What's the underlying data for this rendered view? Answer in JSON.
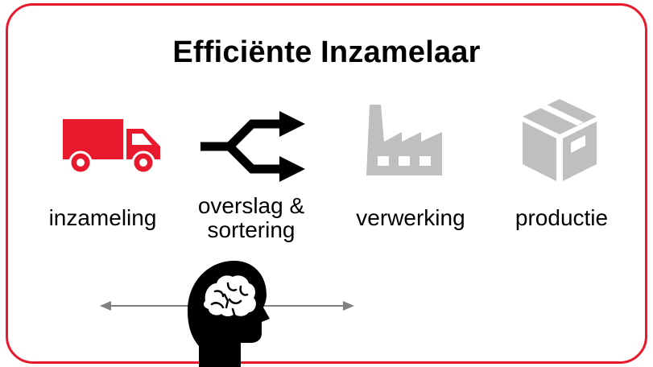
{
  "title": "Efficiënte Inzamelaar",
  "stages": [
    {
      "label": "inzameling",
      "icon": "truck-icon",
      "color": "#e8192c"
    },
    {
      "label_line1": "overslag &",
      "label_line2": "sortering",
      "icon": "shuffle-arrows-icon",
      "color": "#000000"
    },
    {
      "label": "verwerking",
      "icon": "factory-icon",
      "color": "#bfbfbf"
    },
    {
      "label": "productie",
      "icon": "package-box-icon",
      "color": "#bfbfbf"
    }
  ],
  "bottom": {
    "icon": "brain-head-icon",
    "arrow_color": "#808080",
    "head_color": "#000000"
  },
  "colors": {
    "border": "#e8192c",
    "accent": "#e8192c",
    "inactive": "#bfbfbf"
  }
}
